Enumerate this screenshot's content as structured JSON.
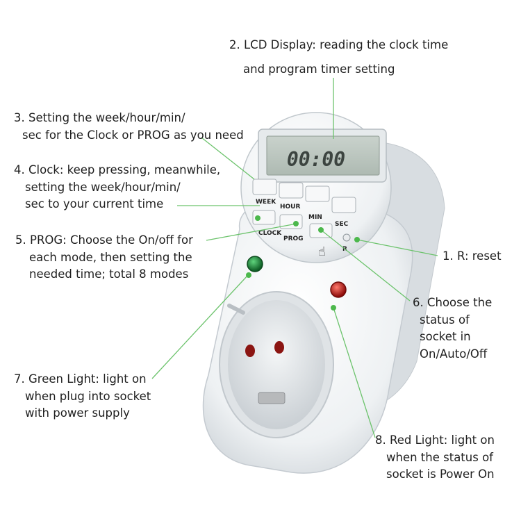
{
  "callouts": {
    "lcd": [
      "2.  LCD Display: reading the clock time",
      "and program timer setting"
    ],
    "setting": [
      "3. Setting the week/hour/min/",
      "sec for the Clock or PROG as you need"
    ],
    "clock": [
      "4. Clock: keep pressing, meanwhile,",
      "setting the week/hour/min/",
      "sec to your current time"
    ],
    "prog": [
      "5.  PROG: Choose the On/off for",
      "each mode, then setting the",
      "needed time; total 8 modes"
    ],
    "reset": [
      "1. R: reset"
    ],
    "status": [
      "6. Choose the",
      "status of",
      "socket in",
      "On/Auto/Off"
    ],
    "green": [
      "7. Green Light: light on",
      "when plug into socket",
      "with power supply"
    ],
    "red": [
      "8. Red Light: light on",
      "when the status of",
      "socket is Power On"
    ]
  },
  "device": {
    "lcd_digits": "00:00",
    "buttons": {
      "week": "WEEK",
      "hour": "HOUR",
      "min": "MIN",
      "sec": "SEC",
      "clock": "CLOCK",
      "prog": "PROG",
      "reset": "R"
    }
  },
  "colors": {
    "leader_line": "#6cc36c",
    "dot": "#4cb84c",
    "green_led": "#1f8a3a",
    "red_led": "#d4231f",
    "body": "#eef1f3"
  }
}
